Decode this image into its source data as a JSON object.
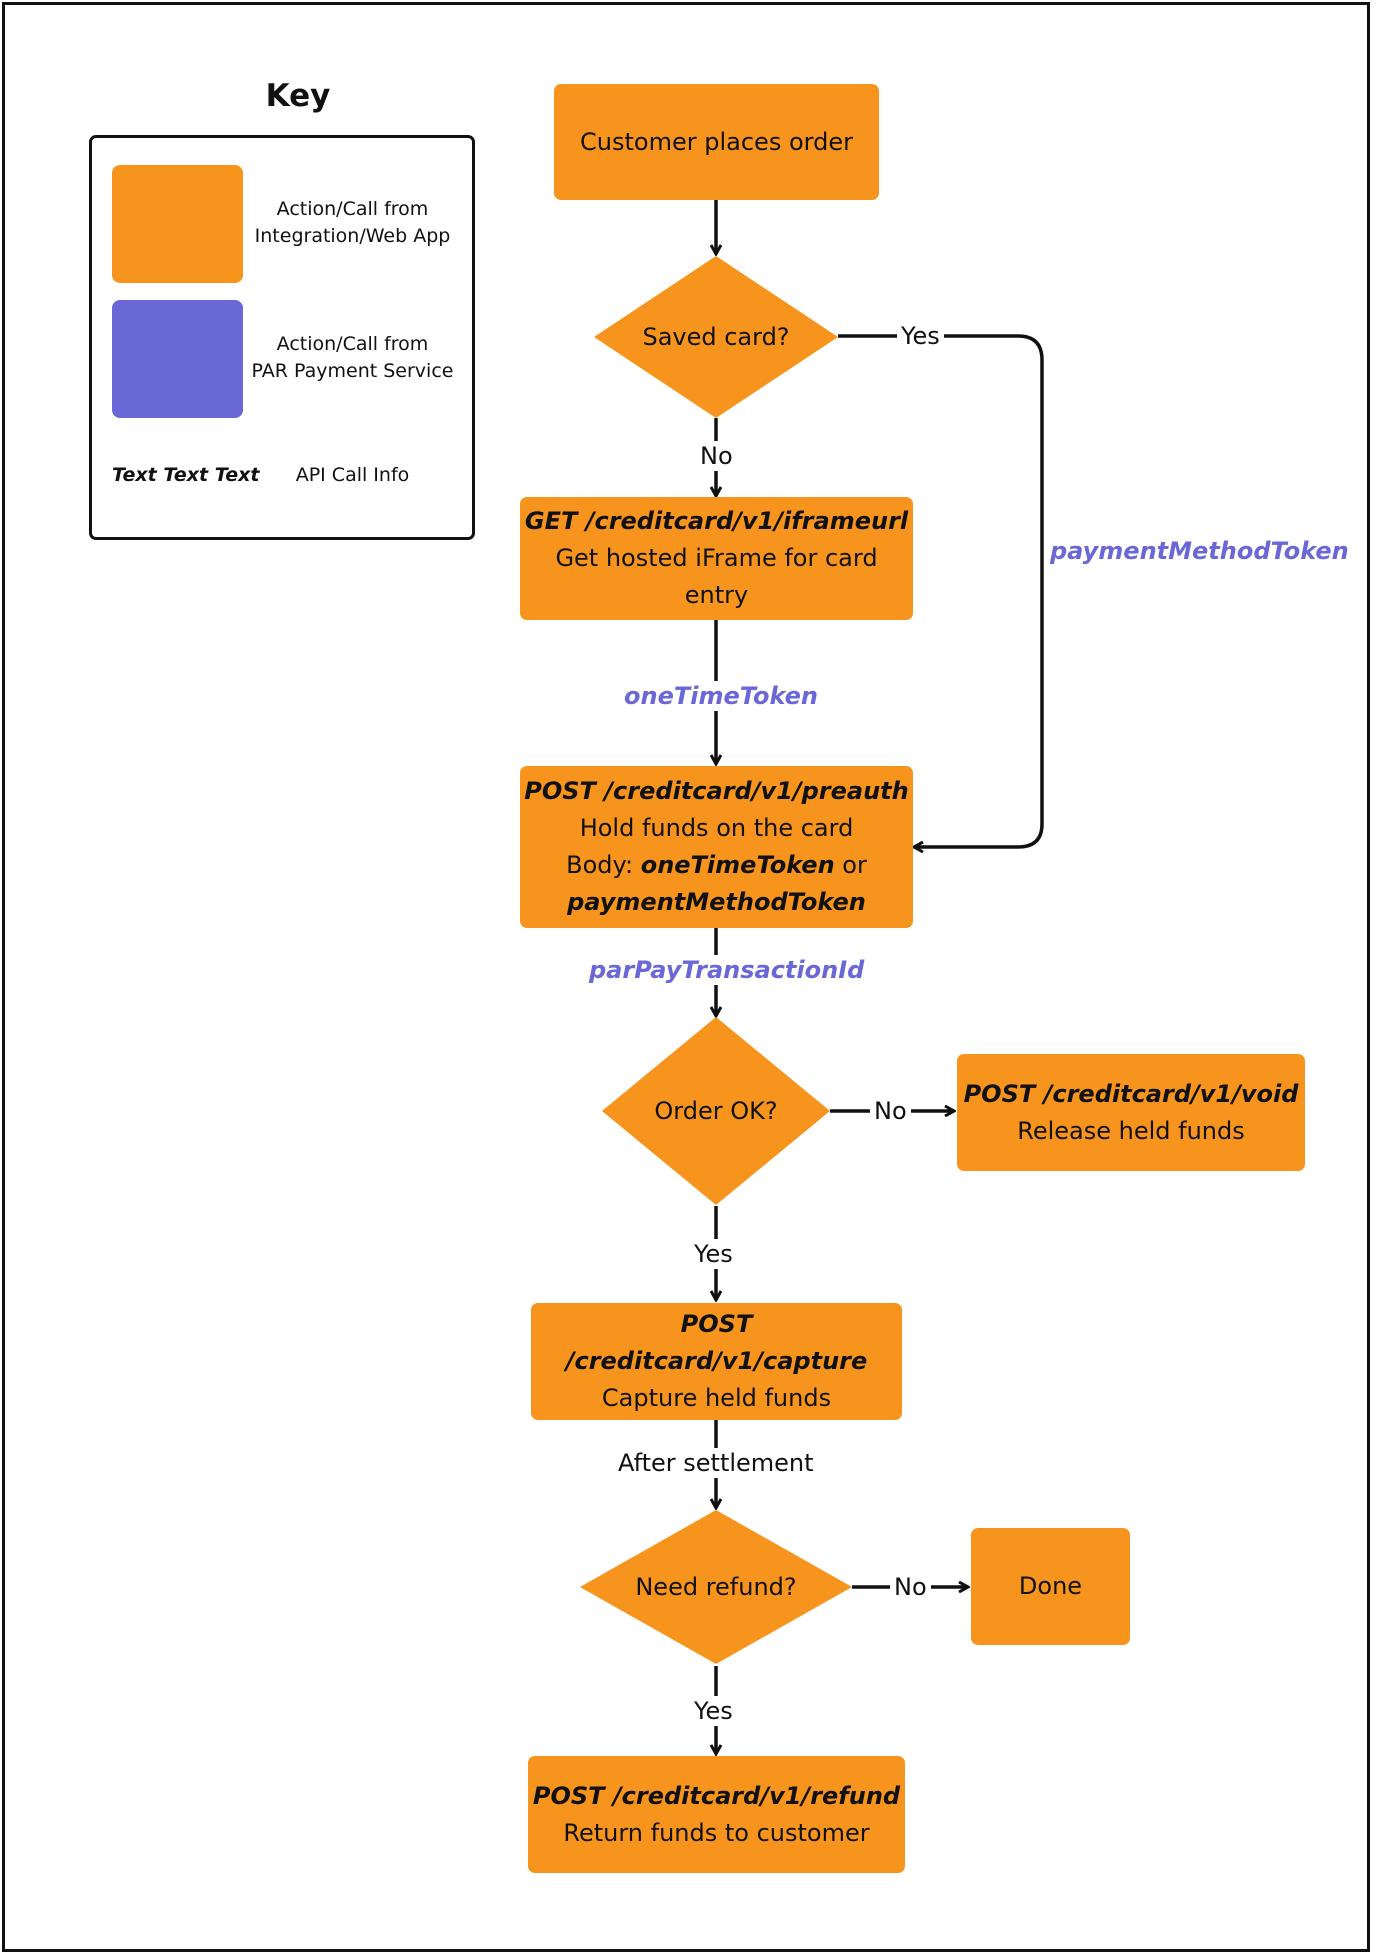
{
  "colors": {
    "integration_action": "#f7941d",
    "service_action": "#6a67d6",
    "api_info_text": "#6a67d6",
    "line": "#111111"
  },
  "key": {
    "title": "Key",
    "integration_label_line1": "Action/Call from",
    "integration_label_line2": "Integration/Web App",
    "service_label_line1": "Action/Call from",
    "service_label_line2": "PAR Payment Service",
    "sample_text": "Text Text Text",
    "api_info_label": "API Call Info"
  },
  "nodes": {
    "start": "Customer places order",
    "saved_card": "Saved card?",
    "iframe_api": "GET /creditcard/v1/iframeurl",
    "iframe_desc_line1": "Get hosted iFrame for card",
    "iframe_desc_line2": "entry",
    "preauth_api": "POST /creditcard/v1/preauth",
    "preauth_desc": "Hold funds on the card",
    "preauth_body_prefix": "Body: ",
    "preauth_body_token1": "oneTimeToken",
    "preauth_body_or": " or",
    "preauth_body_token2": "paymentMethodToken",
    "order_ok": "Order OK?",
    "void_api": "POST /creditcard/v1/void",
    "void_desc": "Release held funds",
    "capture_api": "POST /creditcard/v1/capture",
    "capture_desc": "Capture held funds",
    "need_refund": "Need refund?",
    "done": "Done",
    "refund_api": "POST /creditcard/v1/refund",
    "refund_desc": "Return funds to customer"
  },
  "edges": {
    "saved_yes": "Yes",
    "saved_no": "No",
    "iframe_token": "oneTimeToken",
    "saved_token": "paymentMethodToken",
    "preauth_id": "parPayTransactionId",
    "order_no": "No",
    "order_yes": "Yes",
    "after_settlement": "After settlement",
    "refund_no": "No",
    "refund_yes": "Yes"
  }
}
